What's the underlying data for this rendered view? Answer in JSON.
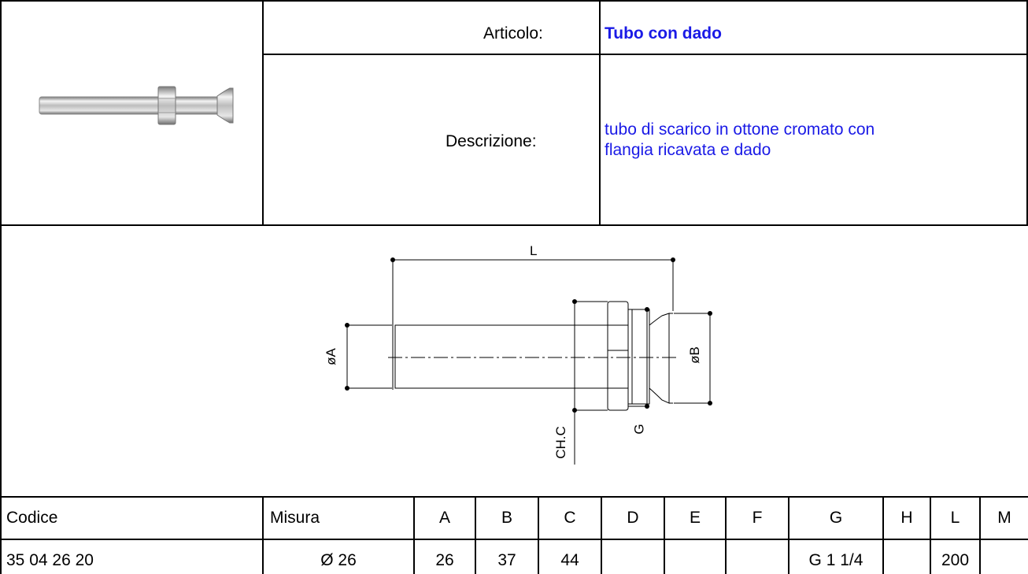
{
  "header": {
    "article_label": "Articolo:",
    "article_value": "Tubo con dado",
    "description_label": "Descrizione:",
    "description_line1": "tubo di scarico in ottone cromato con",
    "description_line2": "flangia ricavata e dado"
  },
  "drawing": {
    "label_L": "L",
    "label_A": "øA",
    "label_B": "øB",
    "label_CHC": "CH.C",
    "label_G": "G"
  },
  "table": {
    "headers": [
      "Codice",
      "Misura",
      "A",
      "B",
      "C",
      "D",
      "E",
      "F",
      "G",
      "H",
      "L",
      "M"
    ],
    "rows": [
      [
        "35 04 26 20",
        "Ø 26",
        "26",
        "37",
        "44",
        "",
        "",
        "",
        "G 1 1/4",
        "",
        "200",
        ""
      ]
    ]
  },
  "colors": {
    "accent_text": "#1a1ae6"
  },
  "icons": {
    "product_photo": "chrome-drain-tube-with-nut"
  }
}
